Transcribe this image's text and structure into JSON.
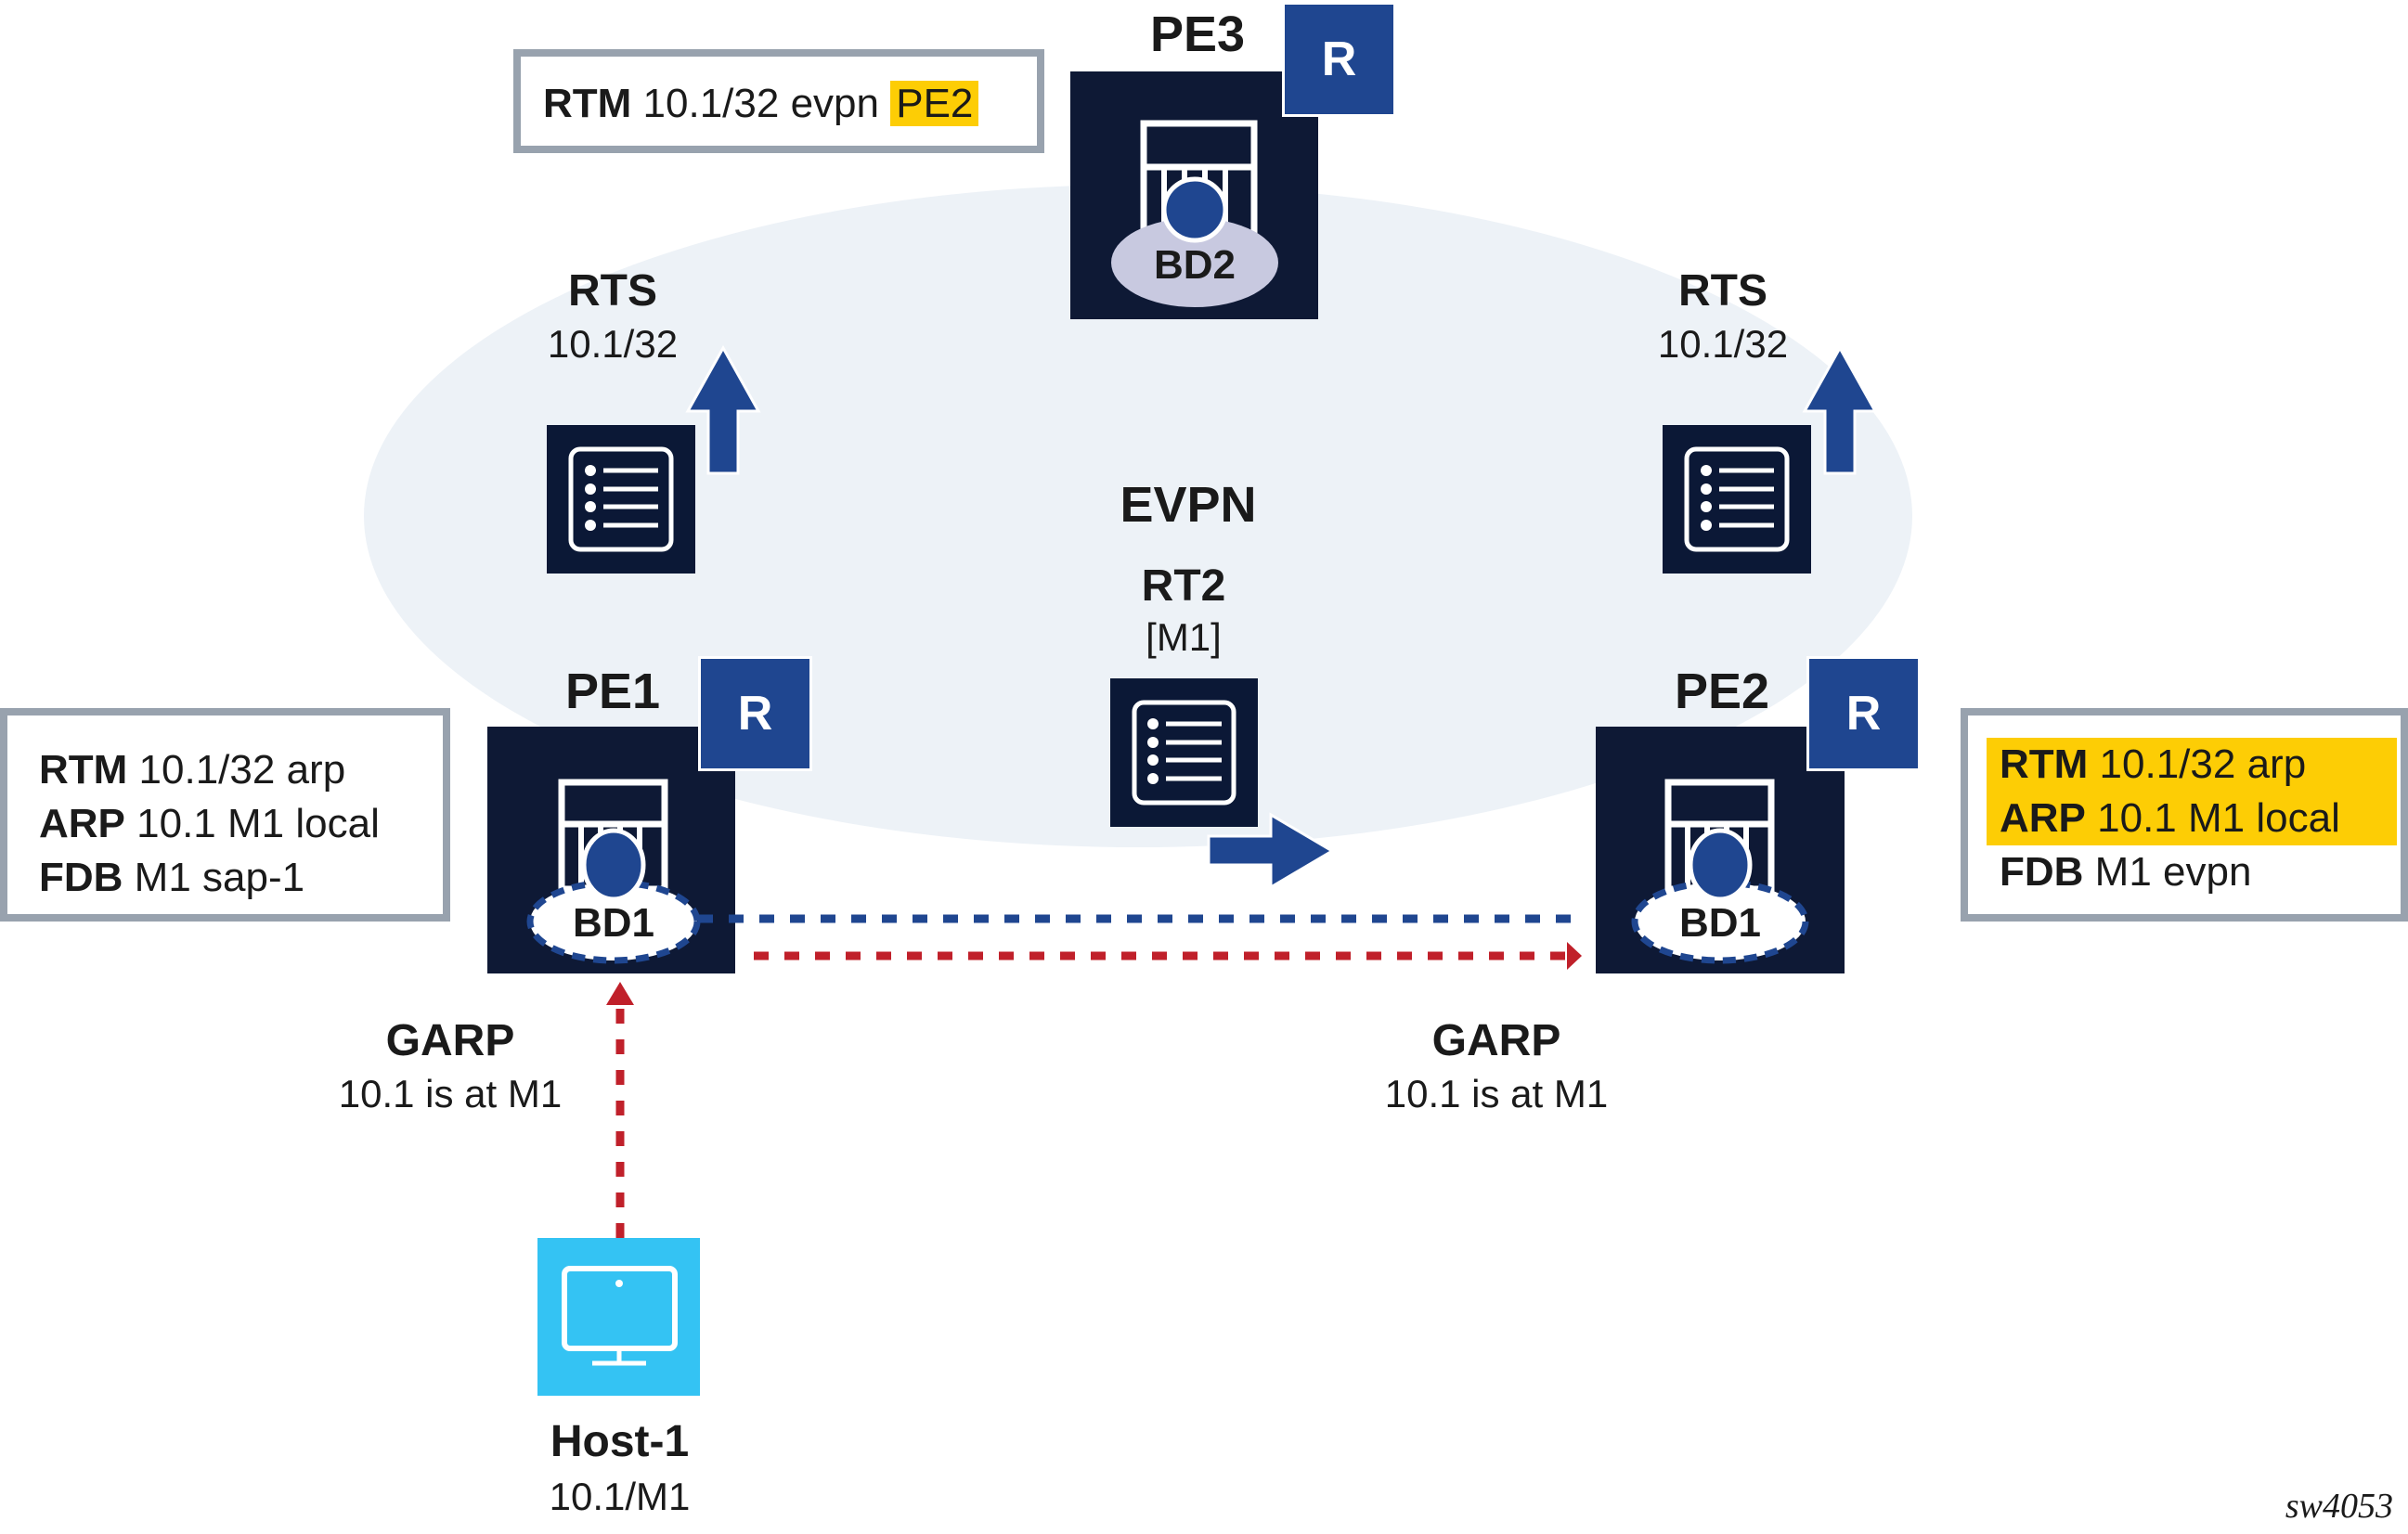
{
  "diagram": {
    "domain_label": "EVPN",
    "pe3": {
      "name": "PE3",
      "badge": "R",
      "bd": "BD2",
      "rtm_box": {
        "key": "RTM",
        "text": "10.1/32 evpn",
        "highlight": "PE2"
      }
    },
    "rts_left": {
      "title": "RTS",
      "value": "10.1/32"
    },
    "rts_right": {
      "title": "RTS",
      "value": "10.1/32"
    },
    "rt2": {
      "title": "RT2",
      "value": "[M1]"
    },
    "pe1": {
      "name": "PE1",
      "badge": "R",
      "bd": "BD1",
      "table": [
        {
          "key": "RTM",
          "text": "10.1/32 arp",
          "highlighted": false
        },
        {
          "key": "ARP",
          "text": "10.1 M1 local",
          "highlighted": false
        },
        {
          "key": "FDB",
          "text": "M1 sap-1",
          "highlighted": false
        }
      ]
    },
    "pe2": {
      "name": "PE2",
      "badge": "R",
      "bd": "BD1",
      "table": [
        {
          "key": "RTM",
          "text": "10.1/32 arp",
          "highlighted": true
        },
        {
          "key": "ARP",
          "text": "10.1 M1 local",
          "highlighted": true
        },
        {
          "key": "FDB",
          "text": "M1 evpn",
          "highlighted": false
        }
      ]
    },
    "garp_left": {
      "title": "GARP",
      "value": "10.1 is at M1"
    },
    "garp_right": {
      "title": "GARP",
      "value": "10.1 is at M1"
    },
    "host": {
      "name": "Host-1",
      "address": "10.1/M1"
    },
    "figure_id": "sw4053",
    "colors": {
      "node_dark": "#0e1935",
      "badge_blue": "#1f4690",
      "highlight_yellow": "#fdcd05",
      "garp_red": "#c0202a",
      "evpn_blue_dashed": "#1f4690",
      "host_cyan": "#34c3f3",
      "evpn_region": "#edf2f7",
      "bd2_fill": "#c8c9e0"
    }
  }
}
